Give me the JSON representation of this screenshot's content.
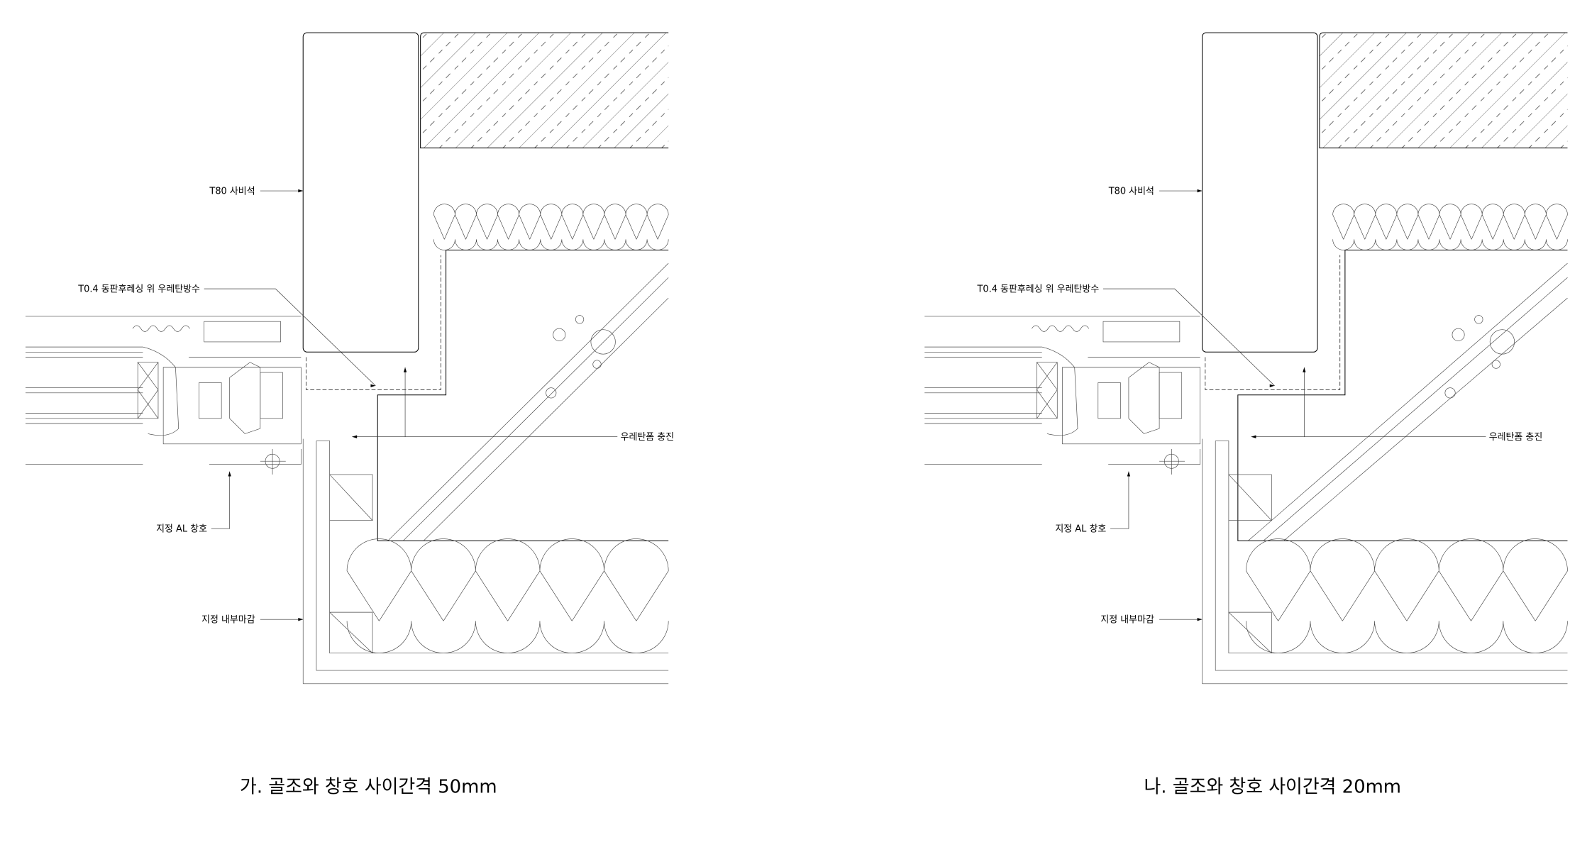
{
  "panels": [
    {
      "id": "a",
      "caption": "가. 골조와 창호 사이간격 50mm",
      "labels": {
        "stone": "T80 사비석",
        "flashing": "T0.4 동판후레싱 위 우레탄방수",
        "foam": "우레탄폼 충진",
        "window": "지정 AL 창호",
        "finish": "지정 내부마감"
      },
      "gap_mm": 50
    },
    {
      "id": "b",
      "caption": "나. 골조와 창호 사이간격 20mm",
      "labels": {
        "stone": "T80 사비석",
        "flashing": "T0.4 동판후레싱 위 우레탄방수",
        "foam": "우레탄폼 충진",
        "window": "지정 AL 창호",
        "finish": "지정 내부마감"
      },
      "gap_mm": 20
    }
  ],
  "colors": {
    "line": "#000000",
    "background": "#ffffff"
  }
}
